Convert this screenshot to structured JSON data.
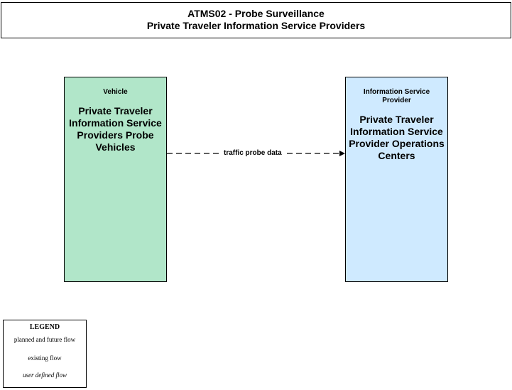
{
  "title": {
    "line1": "ATMS02 - Probe Surveillance",
    "line2": "Private Traveler Information Service Providers"
  },
  "entities": [
    {
      "class_label": "Vehicle",
      "name": "Private Traveler Information Service Providers Probe Vehicles",
      "color": "#b1e6c9"
    },
    {
      "class_label": "Information Service Provider",
      "name": "Private Traveler Information Service Provider Operations Centers",
      "color": "#cfeaff"
    }
  ],
  "flows": [
    {
      "label": "traffic probe data",
      "type": "planned and future flow",
      "from": "Private Traveler Information Service Providers Probe Vehicles",
      "to": "Private Traveler Information Service Provider Operations Centers"
    }
  ],
  "legend": {
    "title": "LEGEND",
    "items": [
      "planned and future flow",
      "existing flow",
      "user defined flow"
    ]
  }
}
